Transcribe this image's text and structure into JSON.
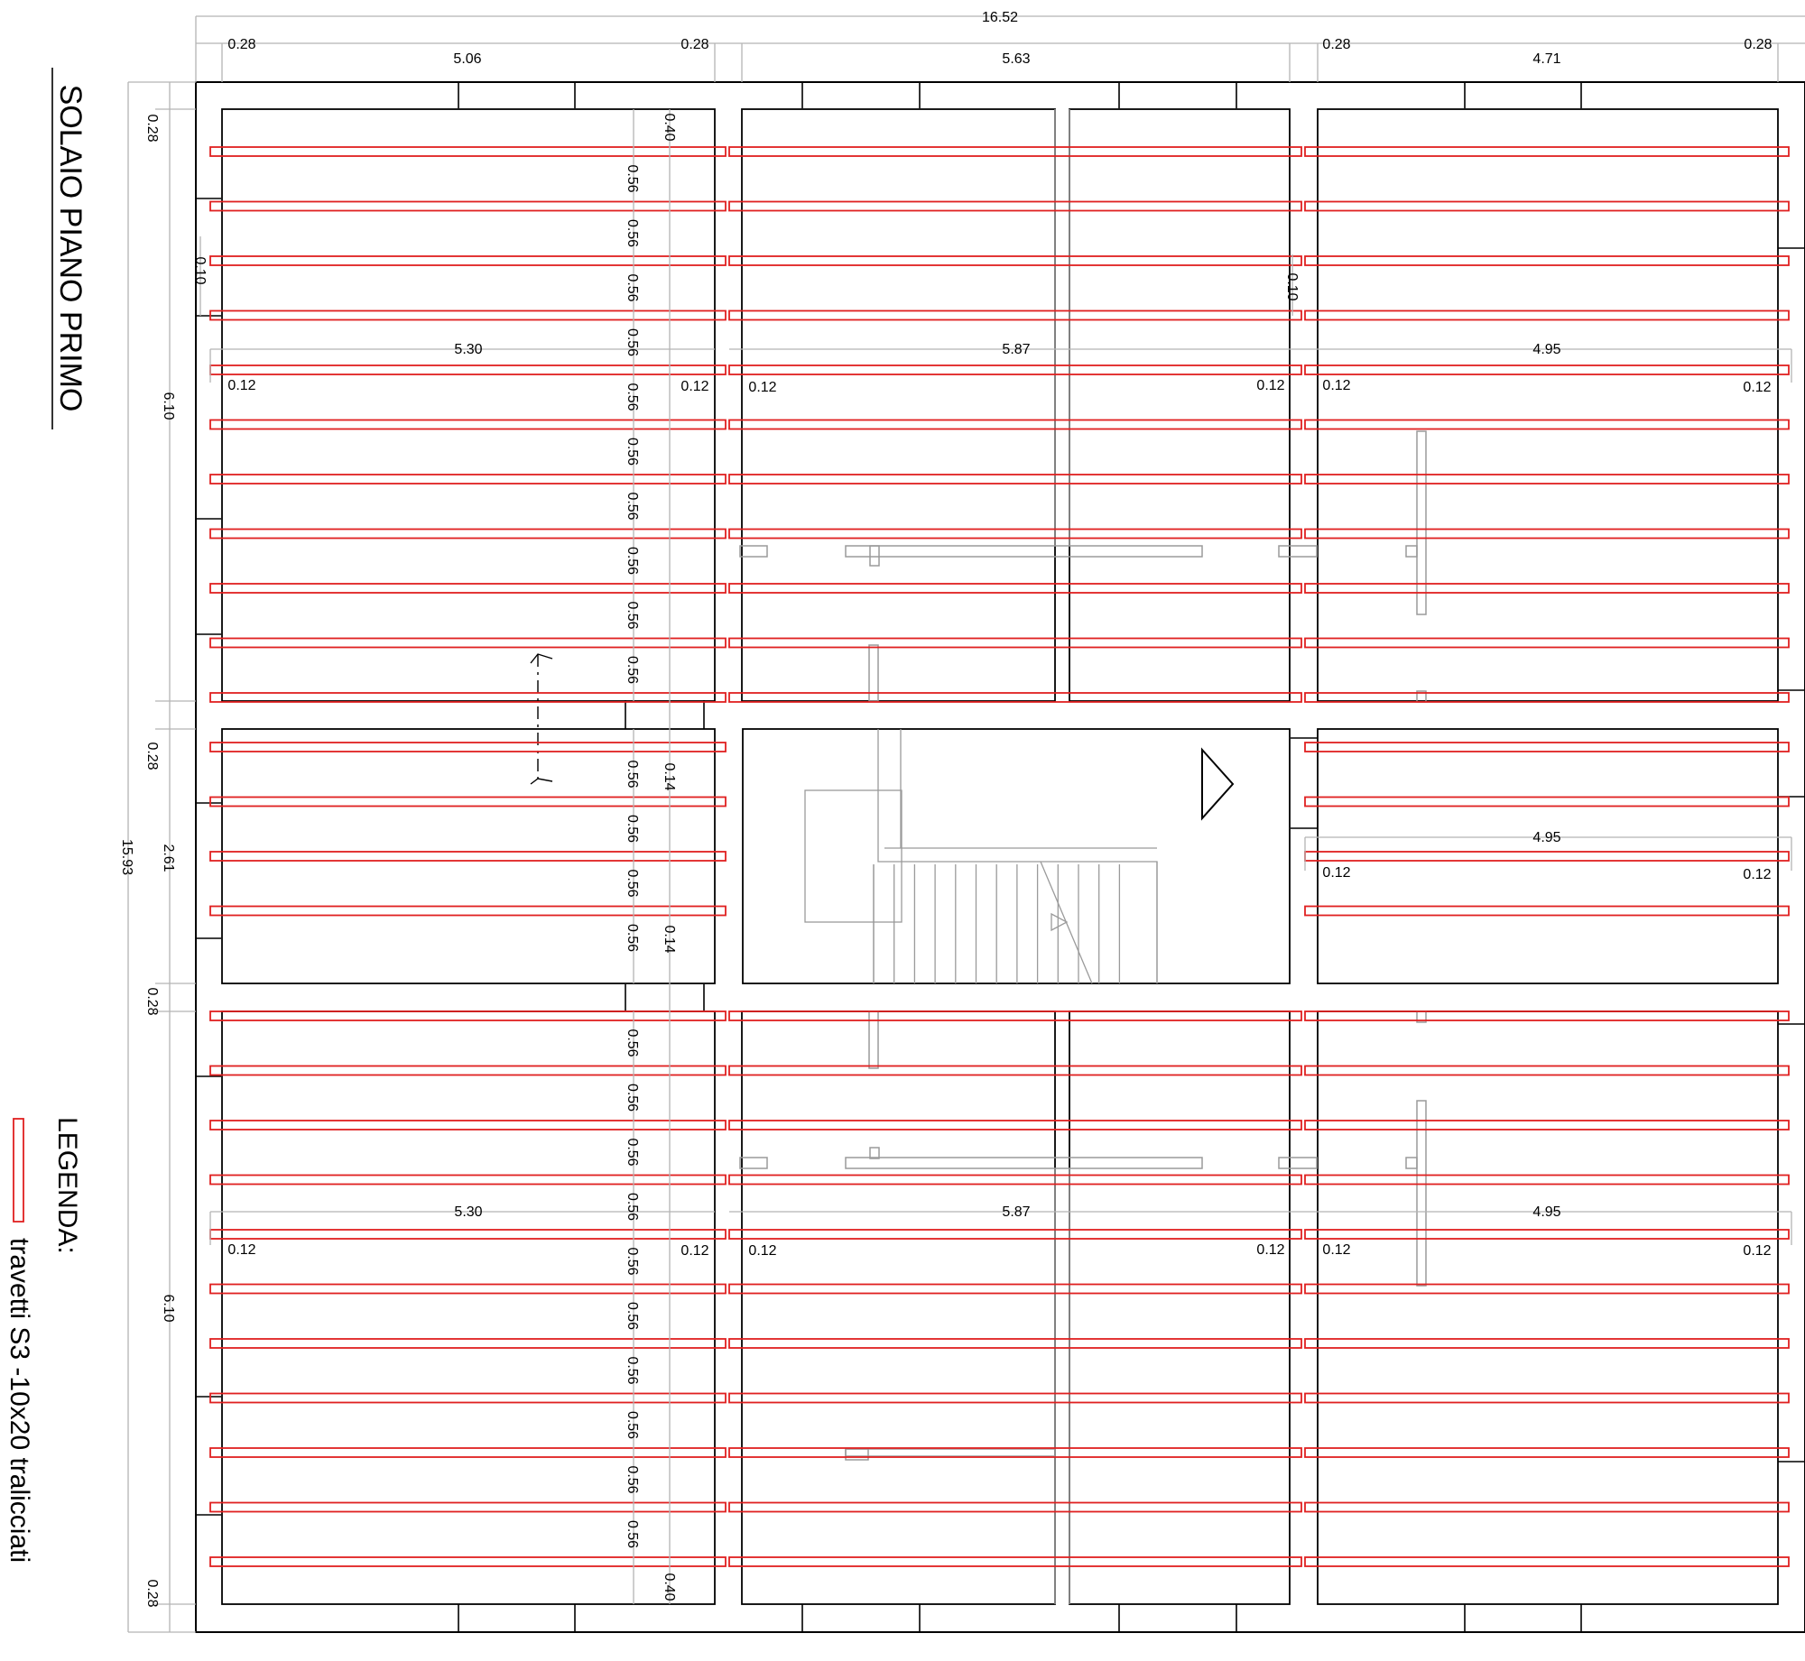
{
  "title": "SOLAIO PIANO PRIMO",
  "legend": {
    "heading": "LEGENDA:",
    "item_label": "travetti S3 -10x20  tralicciati",
    "item_color": "#e02020"
  },
  "colors": {
    "wall": "#000000",
    "dimension": "#9a9a9a",
    "joist": "#e02020"
  },
  "dimensions": {
    "top_overall": "16.52",
    "top_segments": [
      "0.28",
      "5.06",
      "0.28",
      "5.63",
      "0.28",
      "4.71",
      "0.28"
    ],
    "left_overall": "15.93",
    "left_segments": [
      "0.28",
      "6.10",
      "0.28",
      "2.61",
      "0.28",
      "6.10",
      "0.28"
    ],
    "inner_spans": [
      "5.30",
      "5.87",
      "4.95",
      "4.95",
      "5.30",
      "5.87",
      "4.95"
    ],
    "beam_width": "0.12",
    "wall_width": "0.10",
    "joist_spacing": "0.56",
    "end_distance": "0.40",
    "middle_offset": "0.14"
  }
}
